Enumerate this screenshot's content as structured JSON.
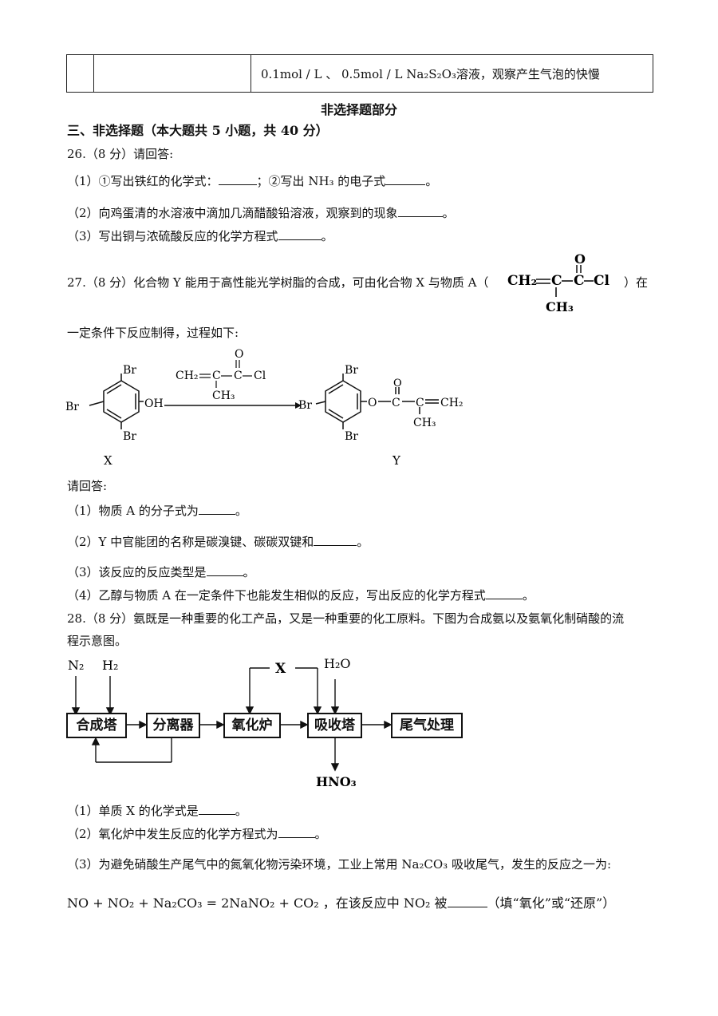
{
  "table_row": {
    "cell3_text": "0.1mol / L 、 0.5mol / L Na₂S₂O₃溶液，观察产生气泡的快慢"
  },
  "part_title": "非选择题部分",
  "section3": {
    "heading": "三、非选择题（本大题共 5 小题，共 40 分）"
  },
  "q26": {
    "stem": "26.（8 分）请回答:",
    "p1a": "（1）①写出铁红的化学式：",
    "p1b": "；②写出 NH₃ 的电子式",
    "p1c": "。",
    "p2": "（2）向鸡蛋清的水溶液中滴加几滴醋酸铅溶液，观察到的现象",
    "p2end": "。",
    "p3": "（3）写出铜与浓硫酸反应的化学方程式",
    "p3end": "。"
  },
  "q27": {
    "stem": "27.（8 分）化合物 Y 能用于高性能光学树脂的合成，可由化合物 X 与物质 A（",
    "stem_end": "）在",
    "stem2": "一定条件下反应制得，过程如下:",
    "formula_A": {
      "ch2": "CH₂",
      "c1": "C",
      "c2": "C",
      "cl": "Cl",
      "o": "O",
      "ch3": "CH₃"
    },
    "scheme": {
      "reagent_ch2": "CH₂",
      "reagent_c1": "C",
      "reagent_c2": "C",
      "reagent_cl": "Cl",
      "reagent_o": "O",
      "reagent_ch3": "CH₃",
      "x_br_top": "Br",
      "x_br_left": "Br",
      "x_br_bottom": "Br",
      "x_oh": "OH",
      "x_label": "X",
      "y_br_top": "Br",
      "y_br_left": "Br",
      "y_br_bottom": "Br",
      "y_o": "O",
      "y_c1": "C",
      "y_c2": "C",
      "y_o2": "O",
      "y_ch2": "CH₂",
      "y_ch3": "CH₃",
      "y_label": "Y"
    },
    "ask": "请回答:",
    "p1": "（1）物质 A 的分子式为",
    "p1end": "。",
    "p2": "（2）Y 中官能团的名称是碳溴键、碳碳双键和",
    "p2end": "。",
    "p3": "（3）该反应的反应类型是",
    "p3end": "。",
    "p4": "（4）乙醇与物质 A 在一定条件下也能发生相似的反应，写出反应的化学方程式",
    "p4end": "。"
  },
  "q28": {
    "stem": "28.（8 分）氨既是一种重要的化工产品，又是一种重要的化工原料。下图为合成氨以及氨氧化制硝酸的流",
    "stem2": "程示意图。",
    "flow": {
      "n2": "N₂",
      "h2": "H₂",
      "x": "X",
      "h2o": "H₂O",
      "hno3": "HNO₃",
      "box1": "合成塔",
      "box2": "分离器",
      "box3": "氧化炉",
      "box4": "吸收塔",
      "box5": "尾气处理"
    },
    "p1": "（1）单质 X 的化学式是",
    "p1end": "。",
    "p2": "（2）氧化炉中发生反应的化学方程式为",
    "p2end": "。",
    "p3": "（3）为避免硝酸生产尾气中的氮氧化物污染环境，工业上常用 Na₂CO₃ 吸收尾气，发生的反应之一为:",
    "eq": "NO + NO₂ + Na₂CO₃ = 2NaNO₂ + CO₂ ，在该反应中 NO₂ 被",
    "eq_end": "（填“氧化”或“还原”）"
  }
}
